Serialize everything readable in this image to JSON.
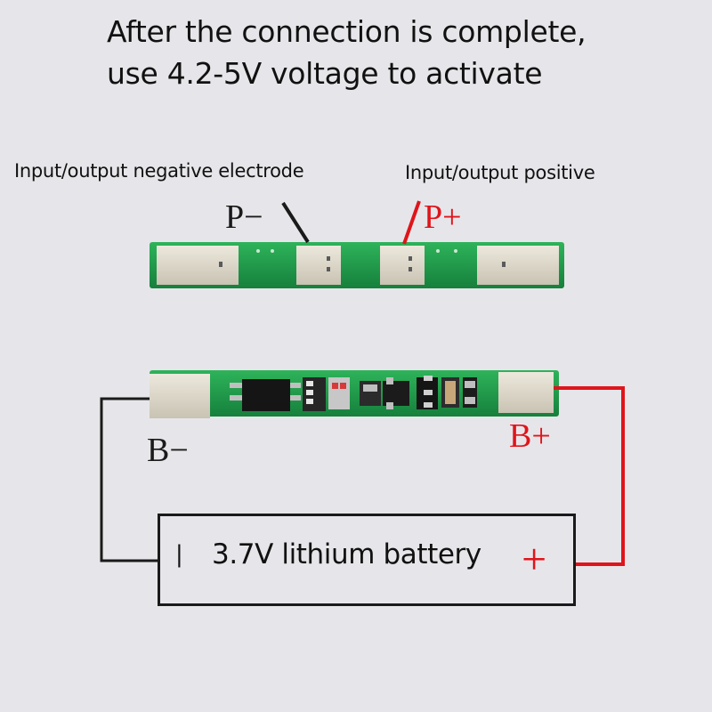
{
  "title": {
    "line1": "After the connection is complete,",
    "line2": "use 4.2-5V voltage to activate"
  },
  "labels": {
    "negative_electrode": "Input/output negative electrode",
    "positive": "Input/output positive"
  },
  "pins": {
    "p_minus": "P−",
    "p_plus": "P+",
    "b_minus": "B−",
    "b_plus": "B+"
  },
  "battery": {
    "negative_symbol": "|",
    "label": "3.7V lithium battery",
    "positive_symbol": "+"
  },
  "colors": {
    "background": "#e6e6ea",
    "pcb_green": "#1f9a4a",
    "pad": "#dcd6c6",
    "wire_black": "#1a1a1a",
    "wire_red": "#e0141b"
  }
}
